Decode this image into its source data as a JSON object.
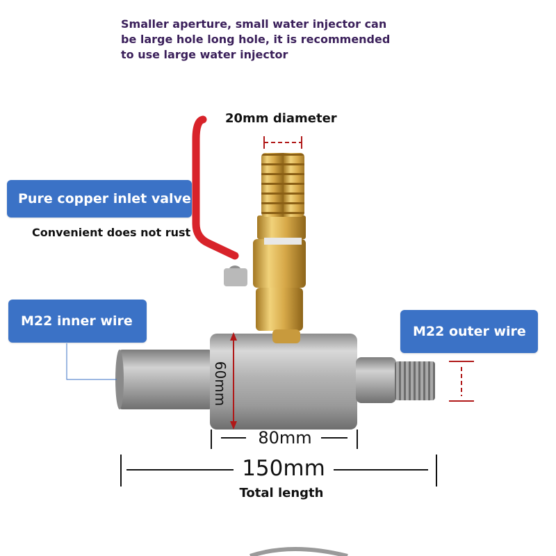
{
  "note": {
    "line1": "Smaller aperture, small water injector can",
    "line2": "be large hole long hole, it is recommended",
    "line3": "to use large water injector"
  },
  "labels": {
    "diameter": "20mm diameter",
    "inlet_valve": "Pure copper inlet valve",
    "inlet_valve_sub": "Convenient does not rust",
    "inner_wire": "M22 inner wire",
    "outer_wire": "M22 outer wire"
  },
  "dimensions": {
    "height": "60mm",
    "body_length": "80mm",
    "total_length_value": "150mm",
    "total_length_label": "Total length"
  },
  "colors": {
    "label_box": "#3b72c6",
    "dimension_line": "#b01818",
    "note_text": "#3a1f5a",
    "handle": "#d8232a",
    "brass": "#d7a949"
  }
}
